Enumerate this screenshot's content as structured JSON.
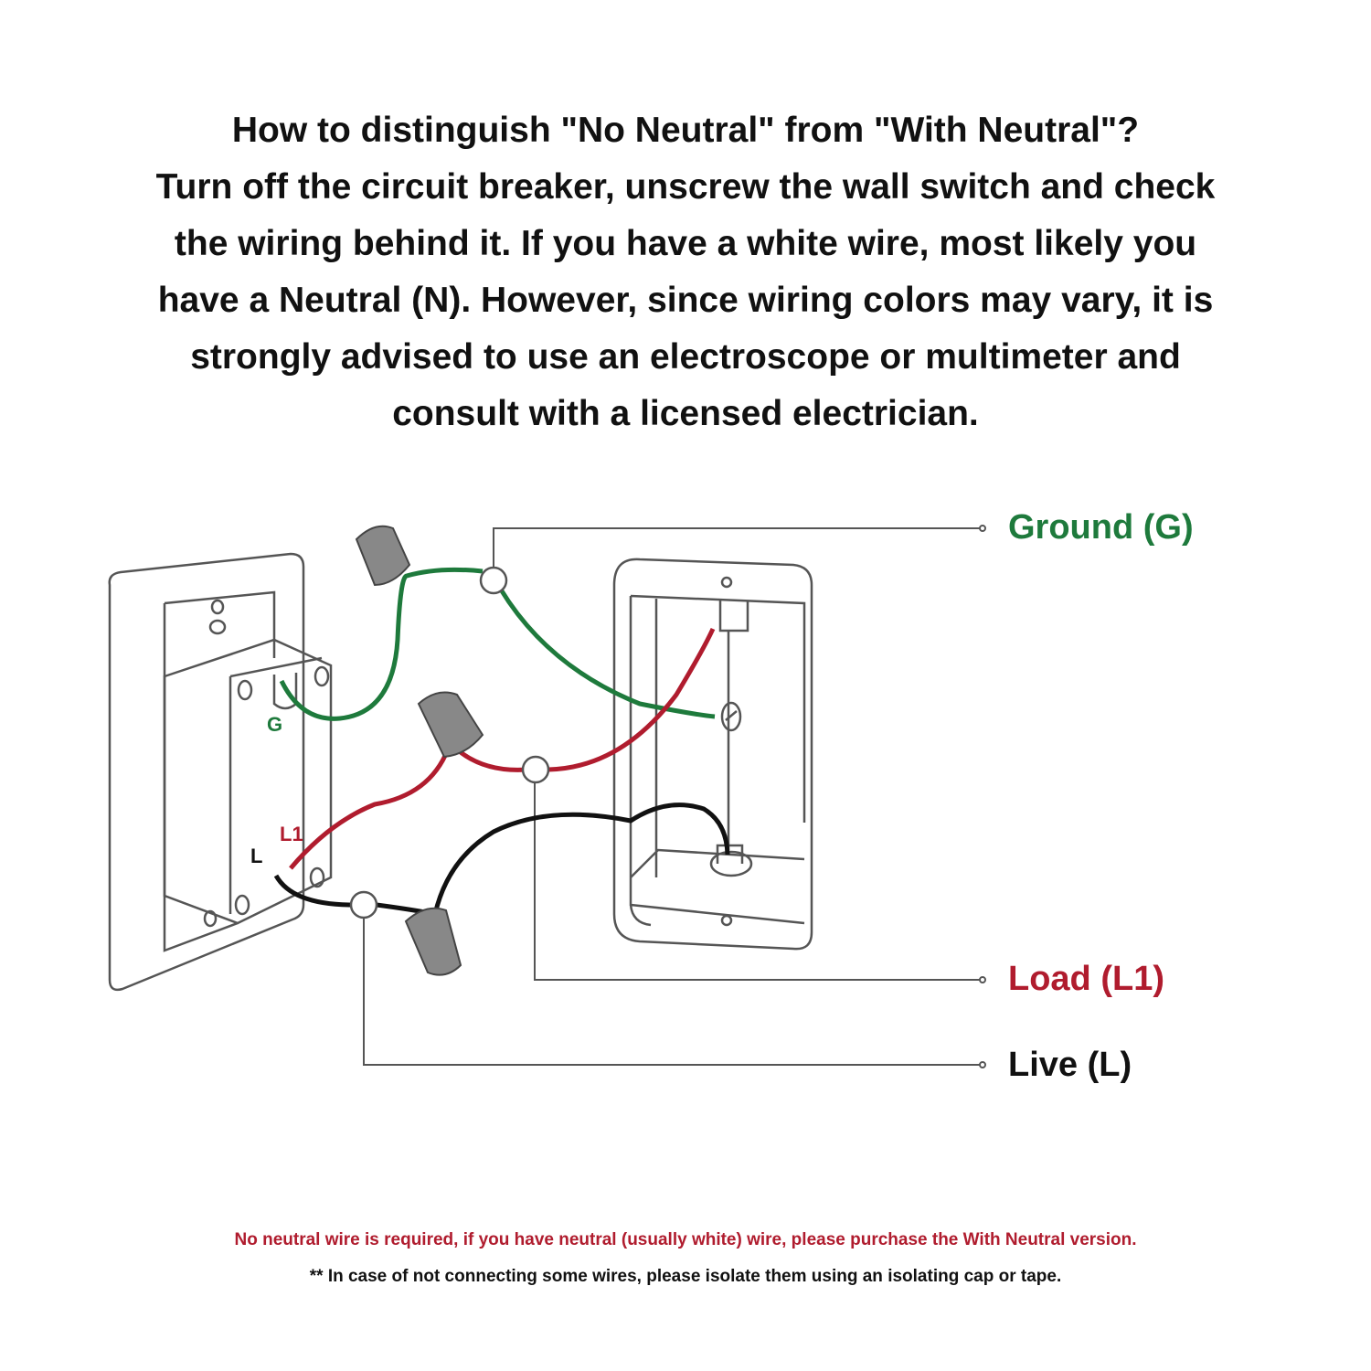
{
  "title_lines": [
    "How to distinguish \"No Neutral\" from \"With Neutral\"?",
    "Turn off the circuit breaker, unscrew the wall switch and check",
    "the wiring behind it. If you have a white wire, most likely you",
    "have a Neutral (N). However, since wiring colors may vary, it is",
    "strongly advised  to use an electroscope or multimeter and",
    "consult with a licensed electrician."
  ],
  "labels": {
    "ground": "Ground (G)",
    "load": "Load (L1)",
    "live": "Live (L)",
    "terminal_g": "G",
    "terminal_l1": "L1",
    "terminal_l": "L"
  },
  "footer": {
    "note": "No neutral wire is required, if you have neutral (usually white) wire, please purchase the With Neutral version.",
    "isolation_note": "** In case of not connecting some wires, please isolate them using an isolating cap or tape."
  },
  "colors": {
    "ground": "#1e7a3c",
    "load": "#b01c2e",
    "live": "#111111",
    "outline": "#555555"
  }
}
